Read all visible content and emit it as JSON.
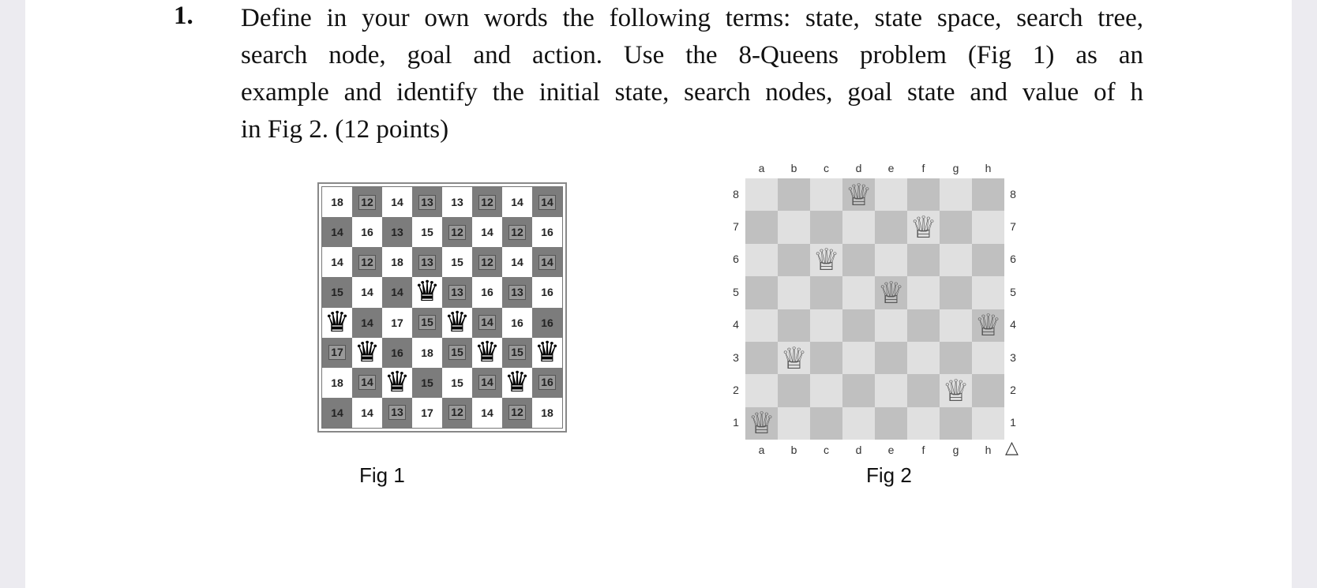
{
  "question": {
    "number": "1.",
    "lines": [
      "Define in your own words the following terms: state, state space, search tree,",
      "search node, goal and action. Use the 8-Queens problem (Fig 1) as an",
      "example and identify the initial state, search nodes, goal state and value of h",
      "in Fig 2. (12 points)"
    ]
  },
  "fig1": {
    "caption": "Fig 1",
    "rows": [
      [
        "18",
        "12",
        "14",
        "13",
        "13",
        "12",
        "14",
        "14"
      ],
      [
        "14",
        "16",
        "13",
        "15",
        "12",
        "14",
        "12",
        "16"
      ],
      [
        "14",
        "12",
        "18",
        "13",
        "15",
        "12",
        "14",
        "14"
      ],
      [
        "15",
        "14",
        "14",
        "Q",
        "13",
        "16",
        "13",
        "16"
      ],
      [
        "Q",
        "14",
        "17",
        "15",
        "Q",
        "14",
        "16",
        "16"
      ],
      [
        "17",
        "Q",
        "16",
        "18",
        "15",
        "Q",
        "15",
        "Q"
      ],
      [
        "18",
        "14",
        "Q",
        "15",
        "15",
        "14",
        "Q",
        "16"
      ],
      [
        "14",
        "14",
        "13",
        "17",
        "12",
        "14",
        "12",
        "18"
      ]
    ],
    "boxed": [
      [
        0,
        1
      ],
      [
        0,
        3
      ],
      [
        0,
        5
      ],
      [
        0,
        7
      ],
      [
        1,
        4
      ],
      [
        1,
        6
      ],
      [
        2,
        1
      ],
      [
        2,
        3
      ],
      [
        2,
        5
      ],
      [
        2,
        7
      ],
      [
        3,
        4
      ],
      [
        3,
        6
      ],
      [
        4,
        3
      ],
      [
        4,
        5
      ],
      [
        5,
        0
      ],
      [
        5,
        4
      ],
      [
        5,
        6
      ],
      [
        6,
        1
      ],
      [
        6,
        5
      ],
      [
        6,
        7
      ],
      [
        7,
        2
      ],
      [
        7,
        4
      ],
      [
        7,
        6
      ]
    ],
    "queen_symbol": "♛"
  },
  "fig2": {
    "caption": "Fig 2",
    "files": [
      "a",
      "b",
      "c",
      "d",
      "e",
      "f",
      "g",
      "h"
    ],
    "ranks": [
      "8",
      "7",
      "6",
      "5",
      "4",
      "3",
      "2",
      "1"
    ],
    "queen_symbol": "♕",
    "queens": [
      {
        "file": "a",
        "rank": "1"
      },
      {
        "file": "b",
        "rank": "3"
      },
      {
        "file": "c",
        "rank": "6"
      },
      {
        "file": "d",
        "rank": "8"
      },
      {
        "file": "e",
        "rank": "5"
      },
      {
        "file": "f",
        "rank": "7"
      },
      {
        "file": "g",
        "rank": "2"
      },
      {
        "file": "h",
        "rank": "4"
      }
    ],
    "corner_marker": "△"
  }
}
